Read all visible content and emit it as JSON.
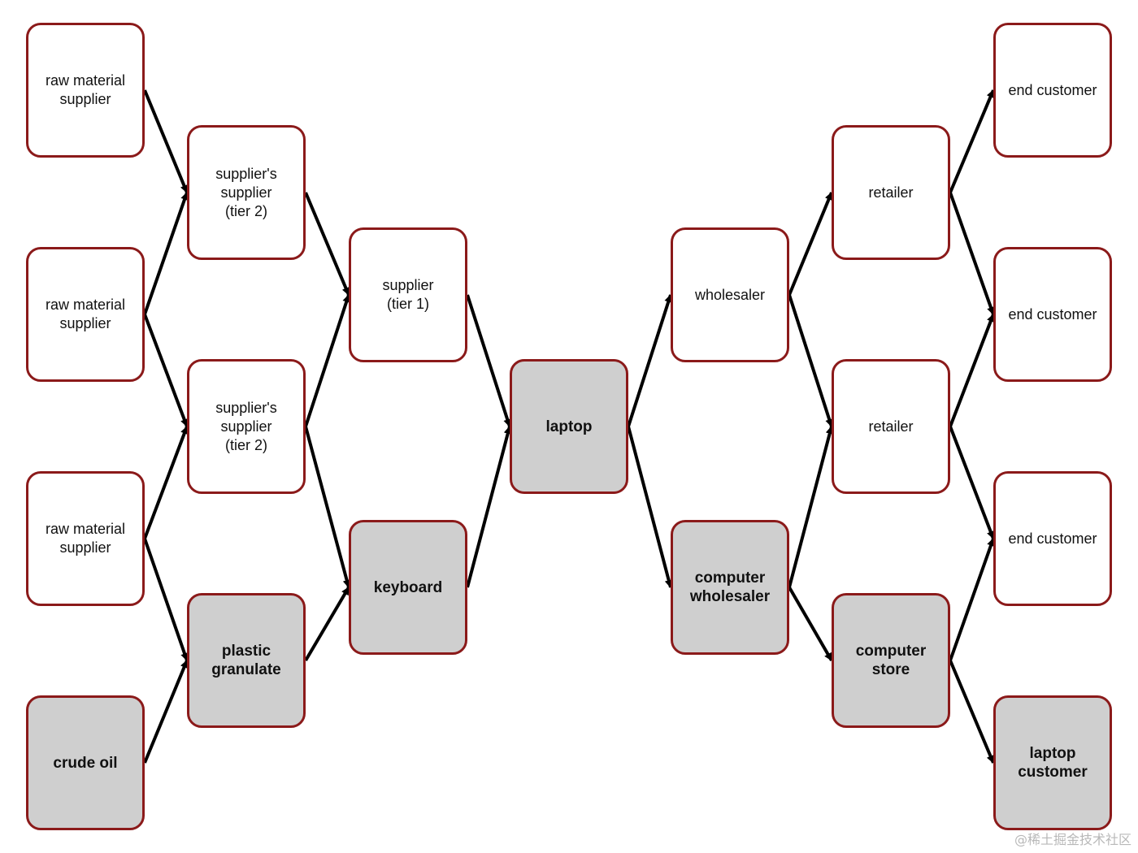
{
  "diagram": {
    "accent_color": "#8b1a1a",
    "highlight_fill": "#cfcfcf",
    "nodes": [
      {
        "id": "rm1",
        "label": "raw material\nsupplier",
        "highlight": false
      },
      {
        "id": "rm2",
        "label": "raw material\nsupplier",
        "highlight": false
      },
      {
        "id": "rm3",
        "label": "raw material\nsupplier",
        "highlight": false
      },
      {
        "id": "crude",
        "label": "crude oil",
        "highlight": true
      },
      {
        "id": "ss1",
        "label": "supplier's\nsupplier\n(tier 2)",
        "highlight": false
      },
      {
        "id": "ss2",
        "label": "supplier's\nsupplier\n(tier 2)",
        "highlight": false
      },
      {
        "id": "plastic",
        "label": "plastic\ngranulate",
        "highlight": true
      },
      {
        "id": "sup1",
        "label": "supplier\n(tier 1)",
        "highlight": false
      },
      {
        "id": "keyboard",
        "label": "keyboard",
        "highlight": true
      },
      {
        "id": "laptop",
        "label": "laptop",
        "highlight": true
      },
      {
        "id": "wholesaler",
        "label": "wholesaler",
        "highlight": false
      },
      {
        "id": "compwhole",
        "label": "computer\nwholesaler",
        "highlight": true
      },
      {
        "id": "ret1",
        "label": "retailer",
        "highlight": false
      },
      {
        "id": "ret2",
        "label": "retailer",
        "highlight": false
      },
      {
        "id": "compstore",
        "label": "computer\nstore",
        "highlight": true
      },
      {
        "id": "ec1",
        "label": "end customer",
        "highlight": false
      },
      {
        "id": "ec2",
        "label": "end customer",
        "highlight": false
      },
      {
        "id": "ec3",
        "label": "end customer",
        "highlight": false
      },
      {
        "id": "lapcust",
        "label": "laptop\ncustomer",
        "highlight": true
      }
    ],
    "edges": [
      [
        "rm1",
        "ss1"
      ],
      [
        "rm2",
        "ss1"
      ],
      [
        "rm2",
        "ss2"
      ],
      [
        "rm3",
        "ss2"
      ],
      [
        "rm3",
        "plastic"
      ],
      [
        "crude",
        "plastic"
      ],
      [
        "ss1",
        "sup1"
      ],
      [
        "ss2",
        "sup1"
      ],
      [
        "ss2",
        "keyboard"
      ],
      [
        "plastic",
        "keyboard"
      ],
      [
        "sup1",
        "laptop"
      ],
      [
        "keyboard",
        "laptop"
      ],
      [
        "laptop",
        "wholesaler"
      ],
      [
        "laptop",
        "compwhole"
      ],
      [
        "wholesaler",
        "ret1"
      ],
      [
        "wholesaler",
        "ret2"
      ],
      [
        "compwhole",
        "ret2"
      ],
      [
        "compwhole",
        "compstore"
      ],
      [
        "ret1",
        "ec1"
      ],
      [
        "ret1",
        "ec2"
      ],
      [
        "ret2",
        "ec2"
      ],
      [
        "ret2",
        "ec3"
      ],
      [
        "compstore",
        "ec3"
      ],
      [
        "compstore",
        "lapcust"
      ]
    ]
  },
  "watermark": "@稀土掘金技术社区"
}
